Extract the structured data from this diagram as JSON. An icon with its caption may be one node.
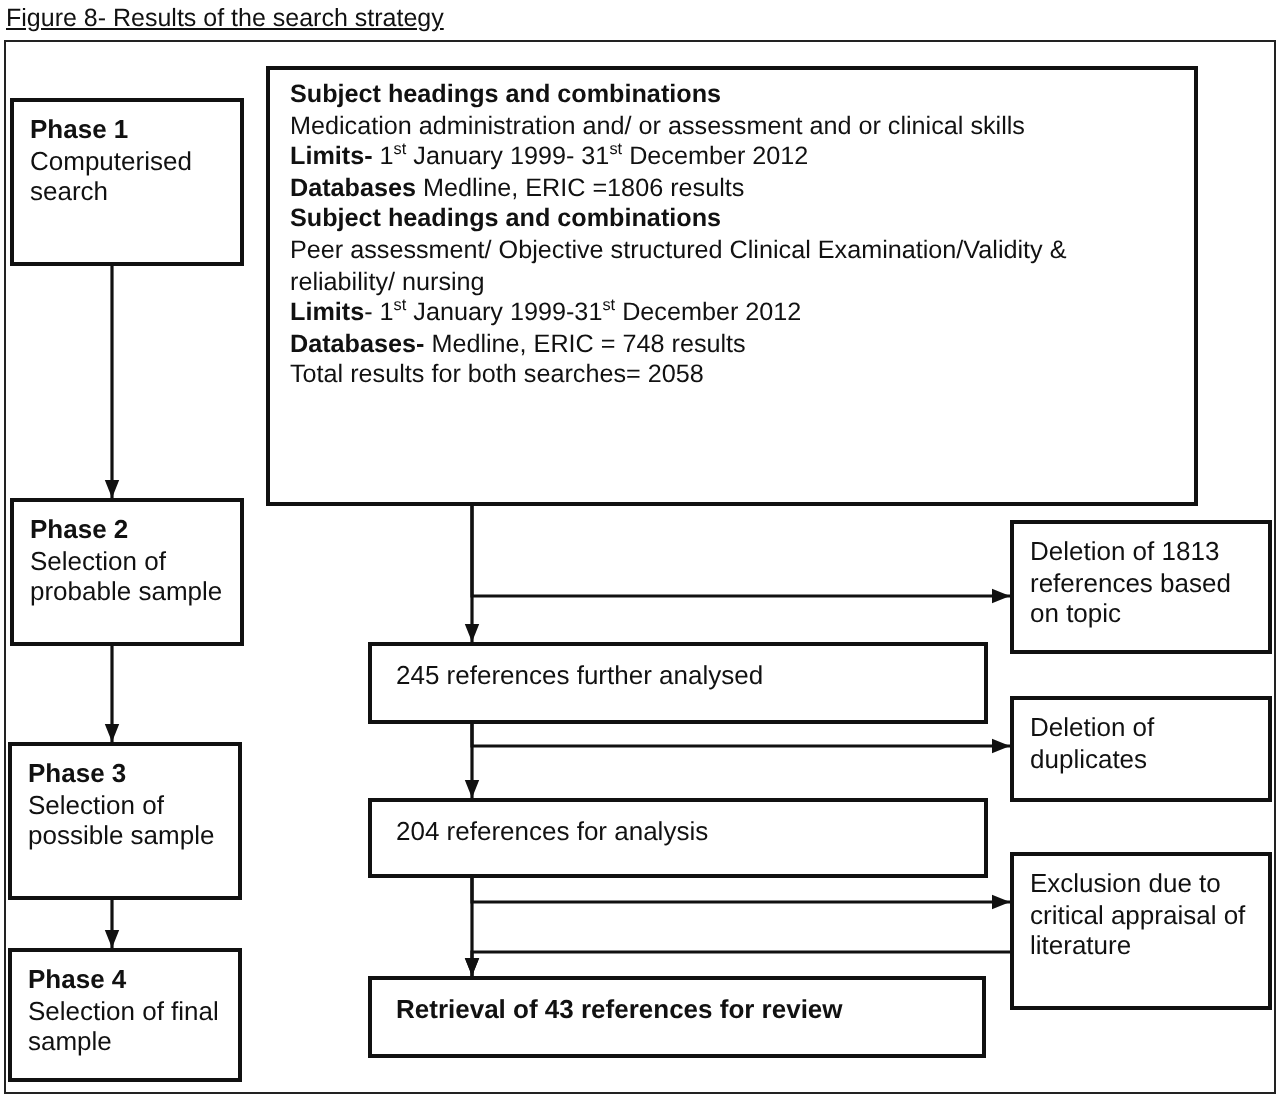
{
  "diagram": {
    "title": "Figure 8- Results of the search strategy",
    "nodes": [
      {
        "text": [
          "Phase 1",
          "Computerised search"
        ]
      },
      {
        "text": [
          "Subject headings and combinations",
          "Medication administration and/ or assessment and or clinical skills",
          "**Limits-** 1$^{st}$ January 1999- 31$^{st}$ December 2012",
          "**Databases** Medline, ERIC =1806 results",
          "Subject headings and combinations",
          "Peer assessment/ Objective structured Clinical Examination/Validity & reliability/ nursing",
          "**Limits**- 1$^{st}$ January 1999-31$^{st}$ December 2012",
          "**Databases-** Medline, ERIC = 748 results",
          "Total results for both searches= 2058"
        ]
      },
      {
        "text": [
          "Phase 2",
          "Selection of probable sample"
        ]
      },
      {
        "text": [
          "Deletion of 1813 references based on topic"
        ]
      },
      {
        "text": [
          "245 references further analysed"
        ]
      },
      {
        "text": [
          "Phase 3",
          "Selection of possible sample"
        ]
      },
      {
        "text": [
          "Deletion of duplicates"
        ]
      },
      {
        "text": [
          "204 references for analysis"
        ]
      },
      {
        "text": [
          "Exclusion due to critical appraisal of literature"
        ]
      },
      {
        "text": [
          "Phase 4",
          "Selection of final sample"
        ]
      },
      {
        "text": [
          "Retrieval of 43 references for review"
        ]
      }
    ],
    "edges": [
      {
        "from": 0,
        "to": 2,
        "arrow": "to"
      },
      {
        "from": 2,
        "to": 5,
        "arrow": "to"
      },
      {
        "from": 5,
        "to": 9,
        "arrow": "to"
      },
      {
        "from": 1,
        "to": 4,
        "arrow": "to"
      },
      {
        "from": 1,
        "to": 3,
        "arrow": "to"
      },
      {
        "from": 4,
        "to": 7,
        "arrow": "to"
      },
      {
        "from": 4,
        "to": 6,
        "arrow": "to"
      },
      {
        "from": 7,
        "to": 10,
        "arrow": "to"
      },
      {
        "from": 7,
        "to": 8,
        "arrow": "to"
      },
      {
        "from": 8,
        "to": 10,
        "arrow": "to"
      }
    ]
  }
}
